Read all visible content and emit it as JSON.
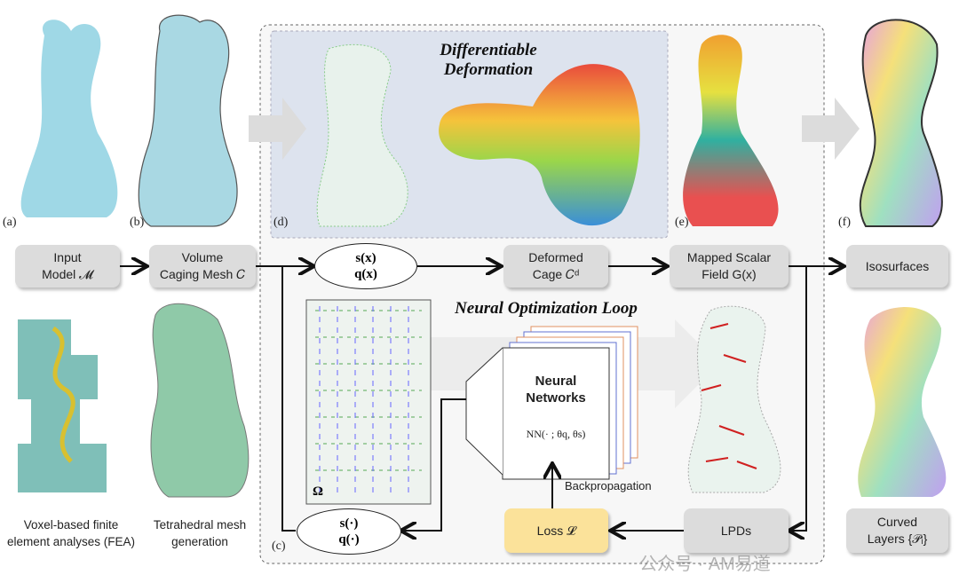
{
  "panel_labels": {
    "a": "(a)",
    "b": "(b)",
    "c": "(c)",
    "d": "(d)",
    "e": "(e)",
    "f": "(f)"
  },
  "titles": {
    "differentiable": "Differentiable Deformation",
    "loop": "Neural Optimization Loop"
  },
  "boxes": {
    "input": [
      "Input",
      "Model 𝓜"
    ],
    "caging": [
      "Volume",
      "Caging Mesh 𝐶"
    ],
    "deformed": [
      "Deformed",
      "Cage 𝐶ᵈ"
    ],
    "mapped": [
      "Mapped Scalar",
      "Field G(x)"
    ],
    "isosurfaces": "Isosurfaces",
    "loss": "Loss 𝓛",
    "lpds": "LPDs",
    "curved": [
      "Curved",
      "Layers {𝒫ᵢ}"
    ]
  },
  "ellipses": {
    "top": [
      "s(x)",
      "q(x)"
    ],
    "bottom": [
      "s(·)",
      "q(·)"
    ]
  },
  "neural": {
    "title": [
      "Neural",
      "Networks"
    ],
    "formula": "NN(· ; θq, θs)"
  },
  "backprop": "Backpropagation",
  "omega": "Ω",
  "captions": {
    "fea": [
      "Voxel-based finite",
      "element analyses (FEA)"
    ],
    "tet": [
      "Tetrahedral mesh",
      "generation"
    ]
  },
  "watermark": "公众号 · AM易道",
  "colors": {
    "box": "#dcdcdc",
    "loss": "#fbe29a",
    "panel_d": "#dde3ee",
    "model": "#9fd8e6",
    "tet": "#8fc9a8"
  }
}
